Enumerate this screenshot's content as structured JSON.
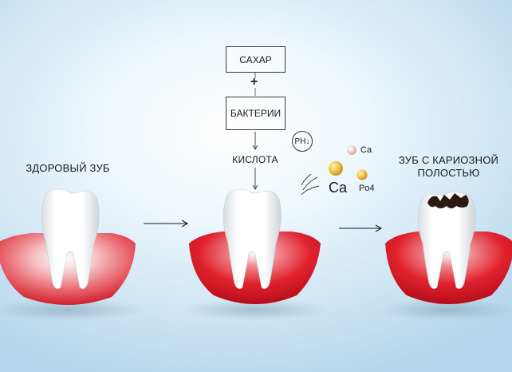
{
  "labels": {
    "healthy": "ЗДОРОВЫЙ ЗУБ",
    "cavity_line1": "ЗУБ С КАРИОЗНОЙ",
    "cavity_line2": "ПОЛОСТЬЮ",
    "sugar": "САХАР",
    "plus": "+",
    "bacteria": "БАКТЕРИИ",
    "acid": "КИСЛОТА",
    "ph": "PH",
    "ph_arrow": "↓"
  },
  "ions": {
    "ca_small": "Ca",
    "ca_large": "Ca",
    "po4": "Po4"
  },
  "colors": {
    "gum_red": "#d81e2a",
    "gum_pink": "#f3b5b8",
    "tooth": "#ffffff",
    "calcium": "#f3c340",
    "calcium_small": "#f0c6c0",
    "decay": "#2b1a12"
  }
}
